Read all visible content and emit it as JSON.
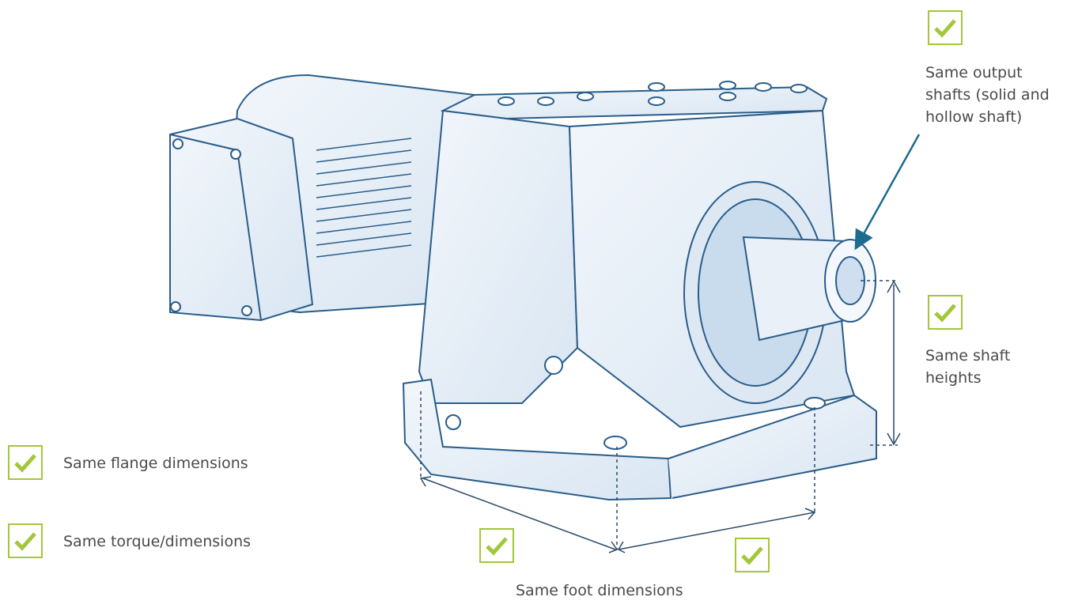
{
  "title": "",
  "annotations": {
    "output_shafts": [
      "Same output",
      "shafts (solid and",
      "hollow shaft)"
    ],
    "shaft_heights": [
      "Same shaft",
      "heights"
    ],
    "flange": "Same flange dimensions",
    "torque": "Same torque/dimensions",
    "foot": "Same foot dimensions"
  },
  "colors": {
    "accent_check": "#a3c73a",
    "outline": "#2a5d8a",
    "fill": "#e6eff7",
    "arrow": "#1d6b8f"
  },
  "icons": {
    "check": "check-icon",
    "gear_motor": "gear-motor-illustration"
  }
}
